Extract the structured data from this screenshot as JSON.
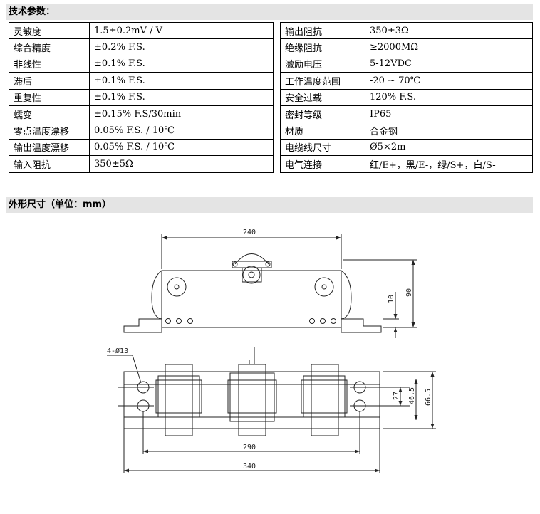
{
  "spec_section": {
    "title": "技术参数：",
    "left_rows": [
      {
        "label": "灵敏度",
        "value": "1.5±0.2mV / V"
      },
      {
        "label": "综合精度",
        "value": "±0.2% F.S."
      },
      {
        "label": "非线性",
        "value": "±0.1% F.S."
      },
      {
        "label": "滞后",
        "value": "±0.1% F.S."
      },
      {
        "label": "重复性",
        "value": "±0.1% F.S."
      },
      {
        "label": "蠕变",
        "value": "±0.15% F.S/30min"
      },
      {
        "label": "零点温度漂移",
        "value": "0.05% F.S. / 10℃"
      },
      {
        "label": "输出温度漂移",
        "value": "0.05% F.S. / 10℃"
      },
      {
        "label": "输入阻抗",
        "value": "350±5Ω"
      }
    ],
    "right_rows": [
      {
        "label": "输出阻抗",
        "value": "350±3Ω"
      },
      {
        "label": "绝缘阻抗",
        "value": "≥2000MΩ"
      },
      {
        "label": "激励电压",
        "value": "5-12VDC"
      },
      {
        "label": "工作温度范围",
        "value": "-20 ~ 70℃"
      },
      {
        "label": "安全过载",
        "value": "120% F.S."
      },
      {
        "label": "密封等级",
        "value": "IP65"
      },
      {
        "label": "材质",
        "value": "合金钢"
      },
      {
        "label": "电缆线尺寸",
        "value": "Ø5×2m"
      },
      {
        "label": "电气连接",
        "value": "红/E+，黑/E-，绿/S+，白/S-"
      }
    ]
  },
  "dimension_section": {
    "title": "外形尺寸（单位：mm）",
    "front_view": {
      "width": "240",
      "height": "90",
      "base": "10"
    },
    "top_view": {
      "holes": "4-Ø13",
      "hole_spacing_long": "290",
      "overall_length": "340",
      "hole_spacing_short": "27",
      "width_inner": "46.5",
      "width_outer": "66.5"
    }
  }
}
